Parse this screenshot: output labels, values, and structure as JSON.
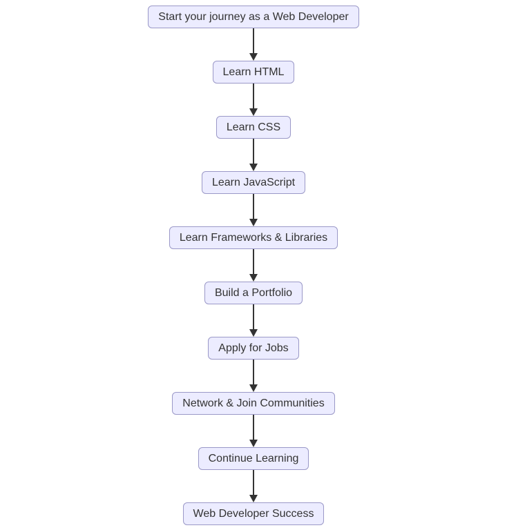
{
  "diagram": {
    "type": "flowchart",
    "direction": "top-down",
    "nodes": [
      {
        "id": 0,
        "label": "Start your journey as a Web Developer"
      },
      {
        "id": 1,
        "label": "Learn HTML"
      },
      {
        "id": 2,
        "label": "Learn CSS"
      },
      {
        "id": 3,
        "label": "Learn JavaScript"
      },
      {
        "id": 4,
        "label": "Learn Frameworks & Libraries"
      },
      {
        "id": 5,
        "label": "Build a Portfolio"
      },
      {
        "id": 6,
        "label": "Apply for Jobs"
      },
      {
        "id": 7,
        "label": "Network & Join Communities"
      },
      {
        "id": 8,
        "label": "Continue Learning"
      },
      {
        "id": 9,
        "label": "Web Developer Success"
      }
    ],
    "edges": [
      {
        "from": 0,
        "to": 1
      },
      {
        "from": 1,
        "to": 2
      },
      {
        "from": 2,
        "to": 3
      },
      {
        "from": 3,
        "to": 4
      },
      {
        "from": 4,
        "to": 5
      },
      {
        "from": 5,
        "to": 6
      },
      {
        "from": 6,
        "to": 7
      },
      {
        "from": 7,
        "to": 8
      },
      {
        "from": 8,
        "to": 9
      }
    ],
    "colors": {
      "background": "#ffffff",
      "node_fill": "#ECECFF",
      "node_border": "#9a98c7",
      "node_text": "#333333",
      "arrow": "#333333"
    }
  }
}
